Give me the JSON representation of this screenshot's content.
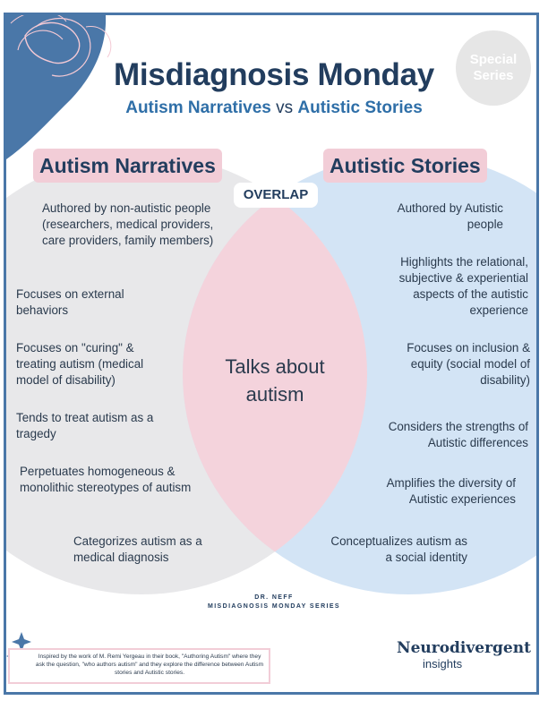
{
  "title": "Misdiagnosis Monday",
  "subtitle": {
    "left": "Autism Narratives",
    "connector": " vs ",
    "right": "Autistic Stories"
  },
  "badge": {
    "line1": "Special",
    "line2": "Series"
  },
  "left_heading": "Autism Narratives",
  "right_heading": "Autistic Stories",
  "overlap_label": "OVERLAP",
  "overlap_text": {
    "line1": "Talks about",
    "line2": "autism"
  },
  "left_items": [
    "Authored by non-autistic people (researchers, medical providers, care providers, family members)",
    "Focuses on external behaviors",
    "Focuses on \"curing\" & treating autism (medical model of disability)",
    "Tends to treat autism as a tragedy",
    "Perpetuates homogeneous & monolithic stereotypes of autism",
    "Categorizes autism as a medical diagnosis"
  ],
  "right_items": [
    "Authored by Autistic people",
    "Highlights the relational, subjective & experiential aspects of the autistic experience",
    "Focuses on inclusion & equity (social model of disability)",
    "Considers the strengths of Autistic differences",
    "Amplifies the  diversity of Autistic experiences",
    "Conceptualizes autism as a social identity"
  ],
  "credit": {
    "line1": "DR. NEFF",
    "line2": "MISDIAGNOSIS MONDAY SERIES"
  },
  "note": "Inspired by the work of M. Remi Yergeau in their book, \"Authoring Autism\" where they ask the question, \"who authors autism\" and they explore the difference between Autism stories and Autistic stories.",
  "brand": {
    "name": "Neurodivergent",
    "sub": "insights"
  },
  "colors": {
    "navy": "#223d5e",
    "blue_accent": "#2f6fa8",
    "left_circle": "#e8e8ea",
    "right_circle": "#d3e4f5",
    "overlap": "#f4d3dc",
    "pink": "#f2cdd7"
  },
  "icons": [
    "sparkle-icon",
    "corner-swirl-decoration"
  ]
}
